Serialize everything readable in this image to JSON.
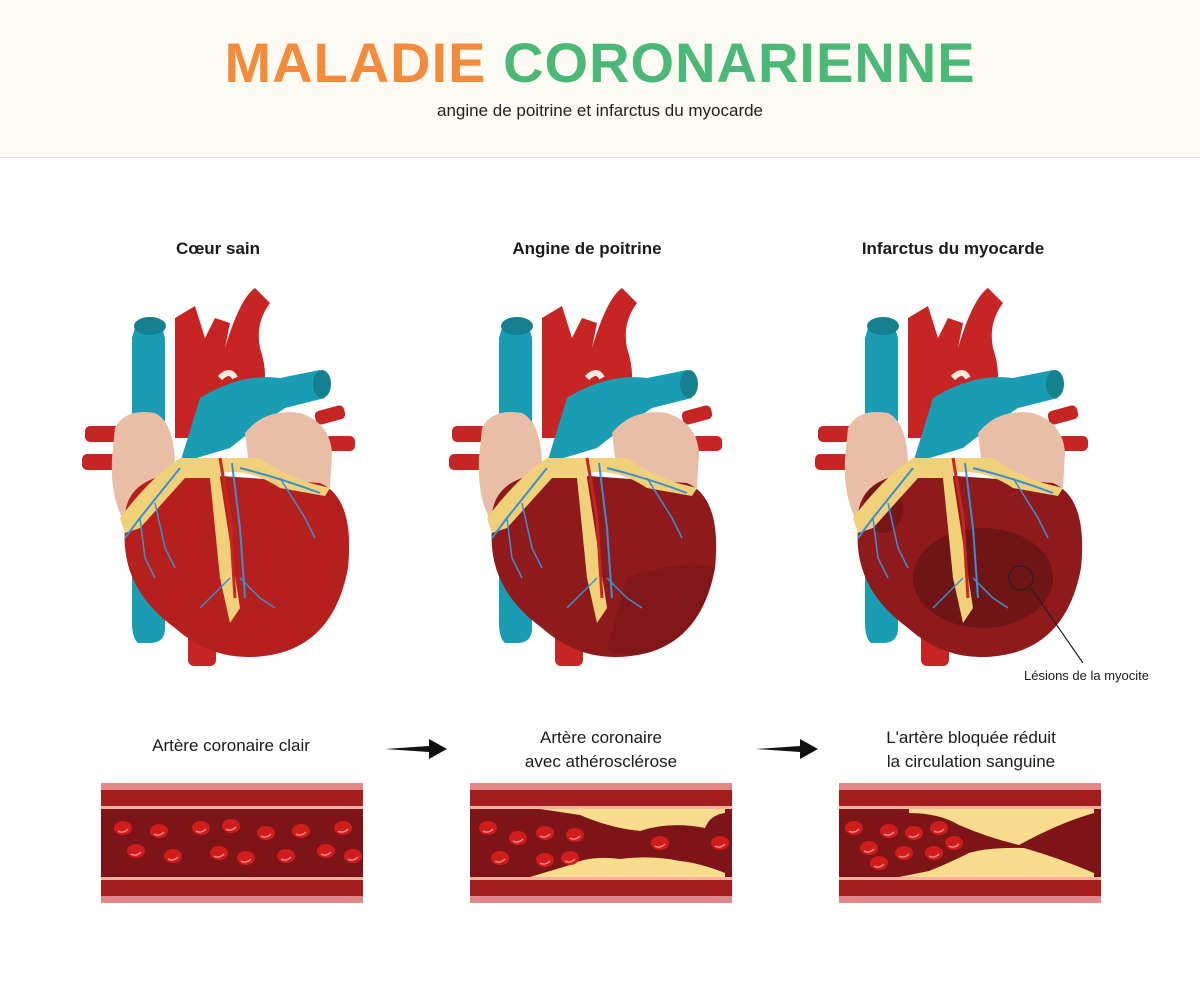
{
  "header": {
    "title_word1": "MALADIE",
    "title_word2": "CORONARIENNE",
    "subtitle": "angine de poitrine et infarctus du myocarde",
    "colors": {
      "word1": "#f28c3c",
      "word2": "#4cb877",
      "background": "#fcfaf3"
    }
  },
  "panels": [
    {
      "title": "Cœur sain",
      "state": "healthy",
      "artery_caption": [
        "Artère coronaire clair"
      ]
    },
    {
      "title": "Angine de poitrine",
      "state": "angina",
      "artery_caption": [
        "Artère coronaire",
        "avec athérosclérose"
      ]
    },
    {
      "title": "Infarctus du myocarde",
      "state": "infarction",
      "artery_caption": [
        "L'artère bloquée réduit",
        "la circulation sanguine"
      ],
      "annotation": "Lésions de la myocite"
    }
  ],
  "colors": {
    "heart_red": "#b5201f",
    "heart_dark": "#8e1a1c",
    "vein_blue": "#1a9cb3",
    "atrium_pink": "#e8bfa6",
    "fat_yellow": "#f1d07a",
    "plaque_yellow": "#f7dc8e",
    "blood_bg": "#7d1417"
  }
}
